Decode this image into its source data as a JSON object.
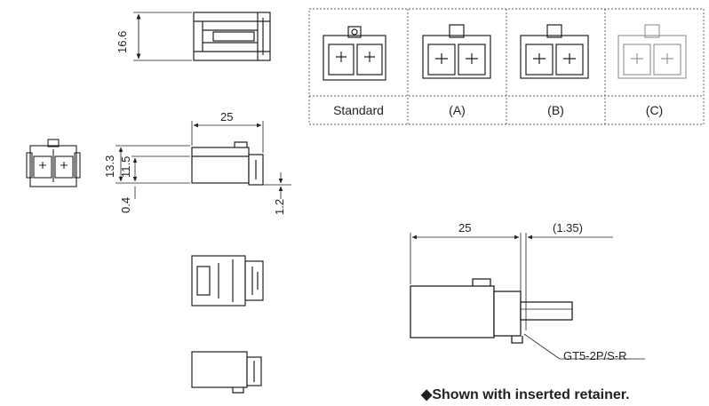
{
  "dimensions": {
    "top_height": "16.6",
    "side_length": "25",
    "side_height_outer": "13.3",
    "side_height_inner": "11.5",
    "side_offset": "0.4",
    "side_latch": "1.2",
    "retainer_length": "25",
    "retainer_extend": "(1.35)"
  },
  "variants": {
    "labels": [
      "Standard",
      "(A)",
      "(B)",
      "(C)"
    ]
  },
  "callout": {
    "part": "GT5-2P/S-R"
  },
  "footnote": {
    "symbol": "◆",
    "text": "Shown with inserted retainer."
  },
  "colors": {
    "ink": "#231f20",
    "faded": "#9a9a9a",
    "border": "#555555"
  }
}
